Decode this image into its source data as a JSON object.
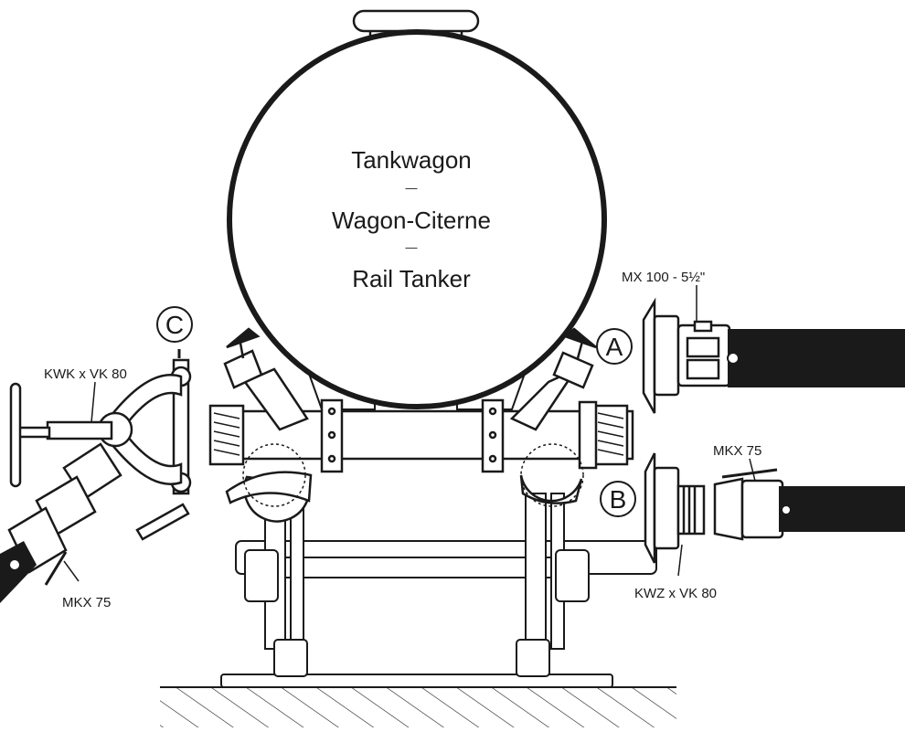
{
  "tank": {
    "line1": "Tankwagon",
    "sep1": "—",
    "line2": "Wagon-Citerne",
    "sep2": "—",
    "line3": "Rail Tanker"
  },
  "markers": {
    "a": "A",
    "b": "B",
    "c": "C"
  },
  "labels": {
    "mx100": "MX 100 - 5½\"",
    "mkx_right": "MKX 75",
    "kwz": "KWZ x VK 80",
    "kwk": "KWK x VK 80",
    "mkx_left": "MKX 75"
  },
  "colors": {
    "ink": "#1a1a1a",
    "hose": "#1a1a1a",
    "paper": "#ffffff"
  }
}
